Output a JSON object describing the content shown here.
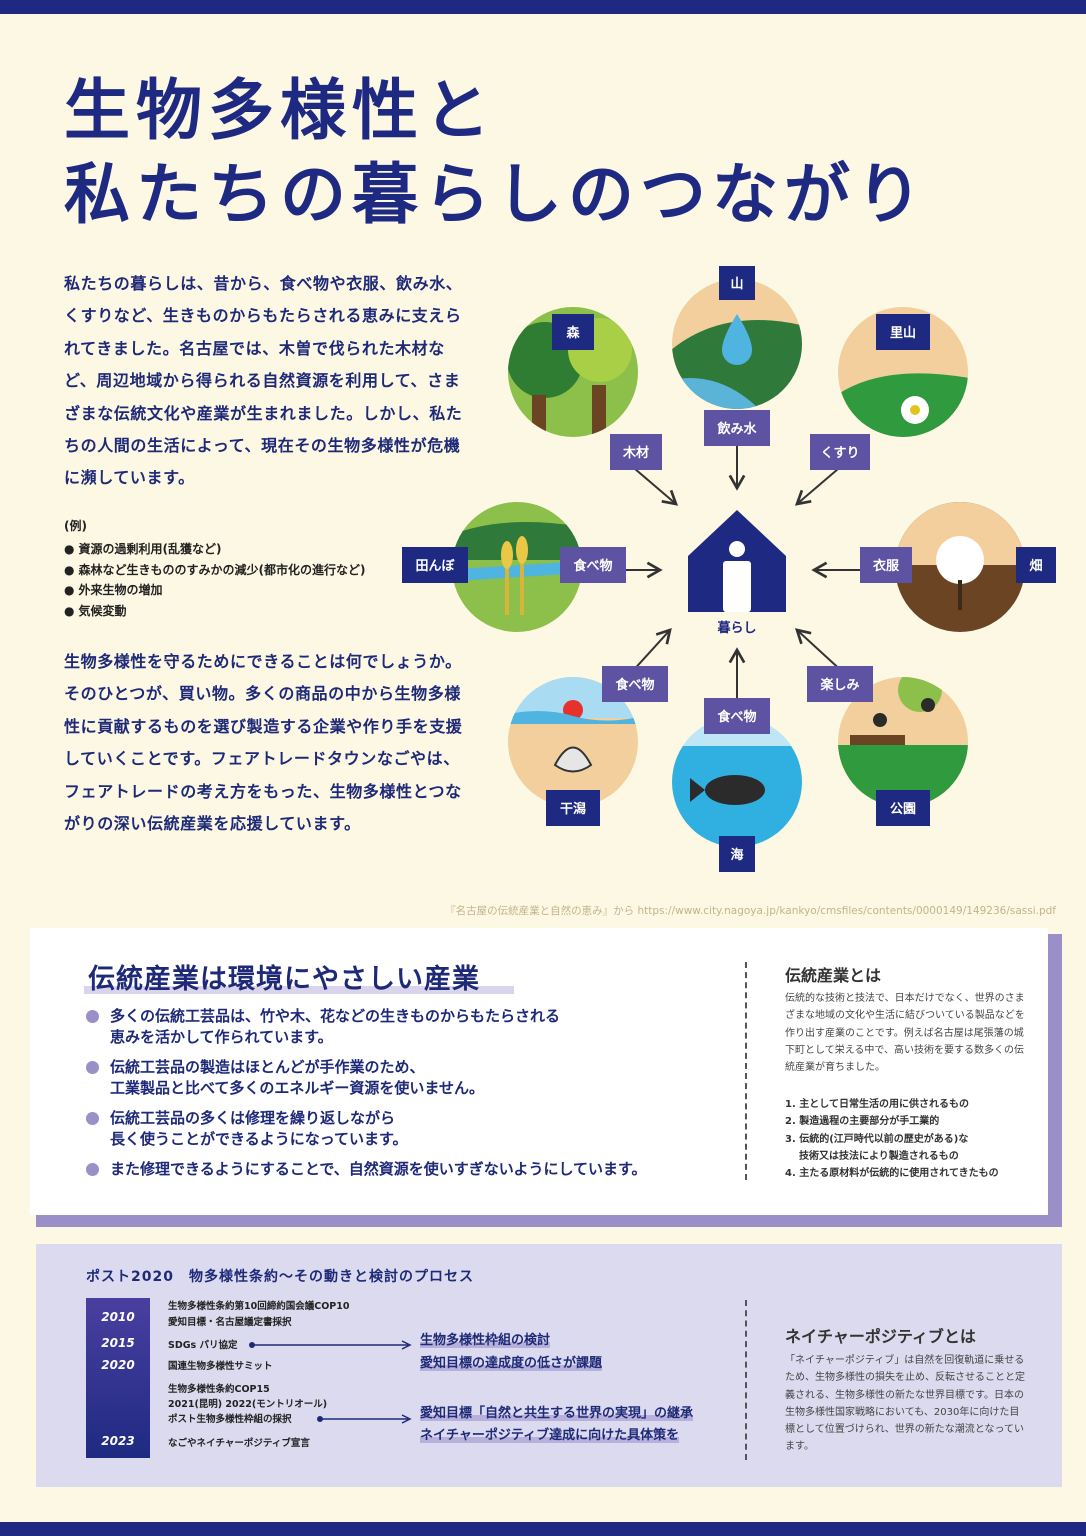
{
  "title": {
    "line1": "生物多様性と",
    "line2": "私たちの暮らしのつながり"
  },
  "intro": "私たちの暮らしは、昔から、食べ物や衣服、飲み水、くすりなど、生きものからもたらされる恵みに支えられてきました。名古屋では、木曽で伐られた木材など、周辺地域から得られる自然資源を利用して、さまざまな伝統文化や産業が生まれました。しかし、私たちの人間の生活によって、現在その生物多様性が危機に瀕しています。",
  "examples": {
    "heading": "(例)",
    "items": [
      "資源の過剰利用(乱獲など)",
      "森林など生きもののすみかの減少(都市化の進行など)",
      "外来生物の増加",
      "気候変動"
    ]
  },
  "intro2": "生物多様性を守るためにできることは何でしょうか。そのひとつが、買い物。多くの商品の中から生物多様性に貢献するものを選び製造する企業や作り手を支援していくことです。フェアトレードタウンなごやは、フェアトレードの考え方をもった、生物多様性とつながりの深い伝統産業を応援しています。",
  "diagram": {
    "center": "暮らし",
    "places": {
      "mountain": "山",
      "forest": "森",
      "satoyama": "里山",
      "paddy": "田んぼ",
      "field": "畑",
      "tideland": "干潟",
      "sea": "海",
      "park": "公園"
    },
    "benefits": {
      "timber": "木材",
      "water": "飲み水",
      "medicine": "くすり",
      "food_paddy": "食べ物",
      "clothing": "衣服",
      "food_tideland": "食べ物",
      "food_sea": "食べ物",
      "fun": "楽しみ"
    }
  },
  "source": "『名古屋の伝統産業と自然の恵み』から  https://www.city.nagoya.jp/kankyo/cmsfiles/contents/0000149/149236/sassi.pdf",
  "industry": {
    "title": "伝統産業は環境にやさしい産業",
    "points": [
      [
        "多くの伝統工芸品は、竹や木、花などの生きものからもたらされる",
        "恵みを活かして作られています。"
      ],
      [
        "伝統工芸品の製造はほとんどが手作業のため、",
        "工業製品と比べて多くのエネルギー資源を使いません。"
      ],
      [
        "伝統工芸品の多くは修理を繰り返しながら",
        "長く使うことができるようになっています。"
      ],
      [
        "また修理できるようにすることで、自然資源を使いすぎないようにしています。"
      ]
    ],
    "side_title": "伝統産業とは",
    "side_text": "伝統的な技術と技法で、日本だけでなく、世界のさまざまな地域の文化や生活に結びついている製品などを作り出す産業のことです。例えば名古屋は尾張藩の城下町として栄える中で、高い技術を要する数多くの伝統産業が育ちました。",
    "criteria": [
      "1. 主として日常生活の用に供されるもの",
      "2. 製造過程の主要部分が手工業的",
      "3. 伝統的(江戸時代以前の歴史がある)な",
      "技術又は技法により製造されるもの",
      "4. 主たる原材料が伝統的に使用されてきたもの"
    ]
  },
  "timeline": {
    "heading": "ポスト2020　物多様性条約〜その動きと検討のプロセス",
    "years": [
      "2010",
      "2015",
      "2020",
      "2023"
    ],
    "events": [
      "生物多様性条約第10回締約国会議COP10",
      "愛知目標・名古屋議定書採択",
      "SDGs パリ協定",
      "国連生物多様性サミット",
      "生物多様性条約COP15",
      "2021(昆明) 2022(モントリオール)",
      "ポスト生物多様性枠組の採択",
      "なごやネイチャーポジティブ宣言"
    ],
    "highlights": [
      "生物多様性枠組の検討",
      "愛知目標の達成度の低さが課題",
      "愛知目標「自然と共生する世界の実現」の継承",
      "ネイチャーポジティブ達成に向けた具体策を"
    ],
    "side_title": "ネイチャーポジティブとは",
    "side_text": "「ネイチャーポジティブ」は自然を回復軌道に乗せるため、生物多様性の損失を止め、反転させることと定義される、生物多様性の新たな世界目標です。日本の生物多様性国家戦略においても、2030年に向けた目標として位置づけられ、世界の新たな潮流となっています。"
  },
  "colors": {
    "navy": "#1e2a82",
    "purple": "#5e52a2",
    "lavender": "#9a8fc6",
    "cream": "#fdf8e4"
  }
}
